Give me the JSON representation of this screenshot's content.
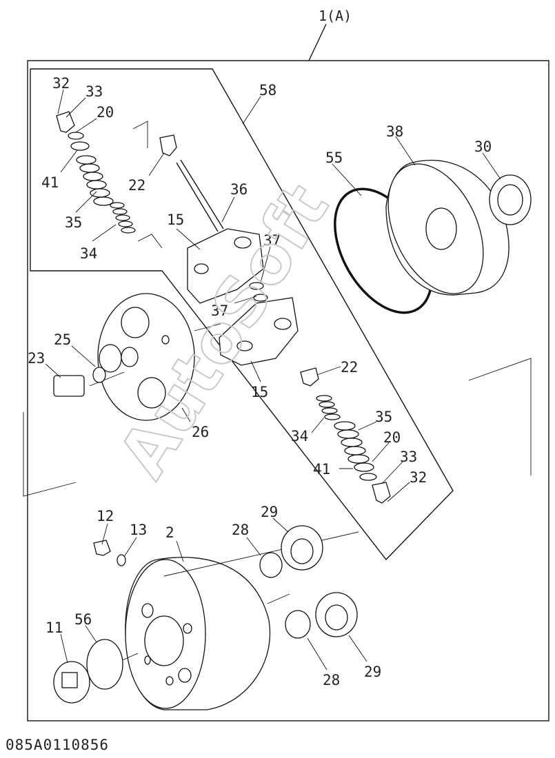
{
  "assembly_label": "1(A)",
  "drawing_code": "085A0110856",
  "watermark": "AutoSoft",
  "callouts": [
    {
      "text": "32"
    },
    {
      "text": "33"
    },
    {
      "text": "20"
    },
    {
      "text": "41"
    },
    {
      "text": "35"
    },
    {
      "text": "34"
    },
    {
      "text": "22"
    },
    {
      "text": "58"
    },
    {
      "text": "36"
    },
    {
      "text": "15"
    },
    {
      "text": "37"
    },
    {
      "text": "55"
    },
    {
      "text": "38"
    },
    {
      "text": "30"
    },
    {
      "text": "37"
    },
    {
      "text": "25"
    },
    {
      "text": "23"
    },
    {
      "text": "22"
    },
    {
      "text": "15"
    },
    {
      "text": "26"
    },
    {
      "text": "35"
    },
    {
      "text": "34"
    },
    {
      "text": "20"
    },
    {
      "text": "41"
    },
    {
      "text": "33"
    },
    {
      "text": "32"
    },
    {
      "text": "12"
    },
    {
      "text": "13"
    },
    {
      "text": "2"
    },
    {
      "text": "28"
    },
    {
      "text": "29"
    },
    {
      "text": "11"
    },
    {
      "text": "56"
    },
    {
      "text": "28"
    },
    {
      "text": "29"
    }
  ]
}
